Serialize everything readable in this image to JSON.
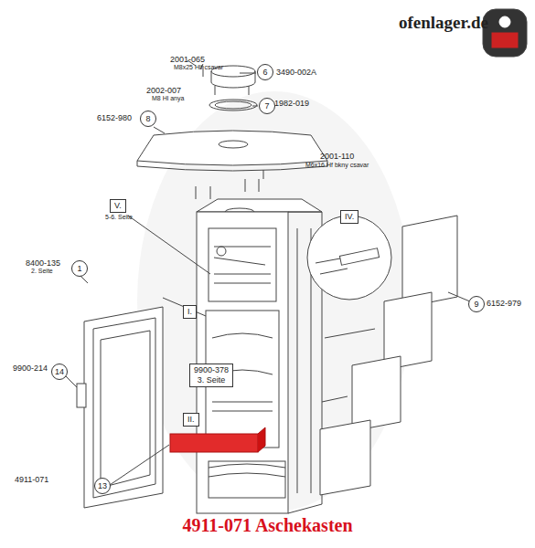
{
  "diagram": {
    "caption": "4911-071 Aschekasten",
    "nodes": [
      {
        "text": [
          "V.",
          "5-6. Seite"
        ]
      },
      {
        "text": [
          "IV."
        ]
      },
      {
        "text": [
          "I."
        ]
      },
      {
        "text": [
          "9900-378",
          "3. Seite"
        ]
      },
      {
        "text": [
          "II."
        ]
      }
    ],
    "edges": [],
    "labels": [
      "ofenlager.de",
      "2001-065",
      "M8x25 Hlf csavar",
      "6",
      "3490-002A",
      "2002-007",
      "M8 Hl anya",
      "7",
      "1982-019",
      "6152-980",
      "8",
      "2001-110",
      "M6x16 Hf bkny csavar",
      "8400-135",
      "2. Seite",
      "1",
      "9900-214",
      "14",
      "4911-071",
      "13",
      "9",
      "6152-979"
    ]
  }
}
